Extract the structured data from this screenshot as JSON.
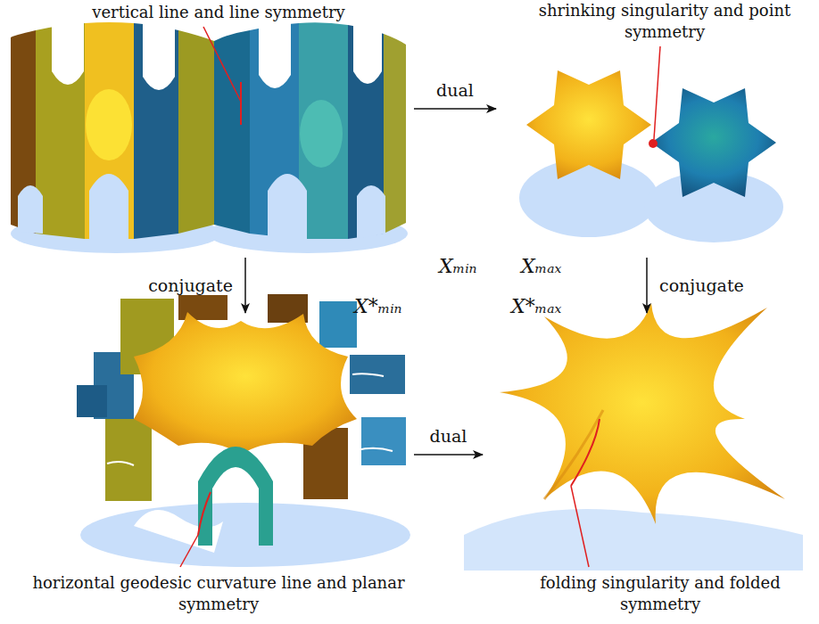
{
  "diagram": {
    "nodes": [
      {
        "text": [
          "Xₘᵢₙ"
        ]
      },
      {
        "text": [
          "Xₘₐₓ"
        ]
      },
      {
        "text": [
          "X*ₘᵢₙ"
        ]
      },
      {
        "text": [
          "X*ₘₐₓ"
        ]
      }
    ],
    "edges": [
      {
        "from": 0,
        "to": 1,
        "arrow": "to",
        "label": "dual"
      },
      {
        "from": 0,
        "to": 2,
        "arrow": "to",
        "label": "conjugate"
      },
      {
        "from": 1,
        "to": 3,
        "arrow": "to",
        "label": "conjugate"
      },
      {
        "from": 2,
        "to": 3,
        "arrow": "to",
        "label": "dual"
      }
    ],
    "labels": [
      "vertical line and line symmetry",
      "shrinking singularity and point symmetry",
      "horizontal geodesic curvature line and planar symmetry",
      "folding singularity and folded symmetry"
    ]
  }
}
